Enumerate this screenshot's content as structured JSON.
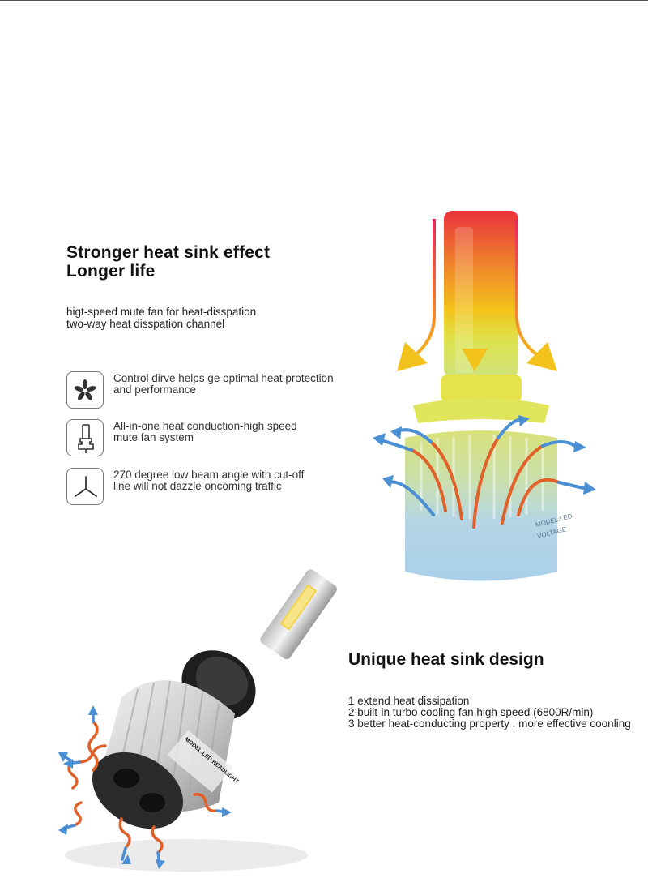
{
  "heading": {
    "line1": "Stronger heat sink effect",
    "line2": "Longer life"
  },
  "subtitle": {
    "line1": "higt-speed mute fan for heat-disspation",
    "line2": "two-way heat disspation channel"
  },
  "features": [
    {
      "icon": "fan-flower-icon",
      "line1": "Control dirve helps ge optimal heat protection",
      "line2": "and performance"
    },
    {
      "icon": "bulb-outline-icon",
      "line1": "All-in-one heat conduction-high speed",
      "line2": "mute fan system"
    },
    {
      "icon": "beam-angle-icon",
      "line1": "270 degree low beam angle with cut-off",
      "line2": "line will not dazzle oncoming traffic"
    }
  ],
  "section2": {
    "title": "Unique heat sink design",
    "items": [
      "1 extend heat dissipation",
      "2 built-in turbo cooling fan high speed (6800R/min)",
      "3 better heat-conducting property . more effective coonling"
    ]
  },
  "bulb_label_text": "MODEL:LED HEADLIGHT",
  "colors": {
    "hot_top": "#e8323a",
    "warm_mid": "#f2c41a",
    "cool_green": "#dbe36a",
    "cool_blue": "#aed2ea",
    "arrow_blue": "#4a8fd4",
    "arrow_orange": "#e0612a"
  }
}
